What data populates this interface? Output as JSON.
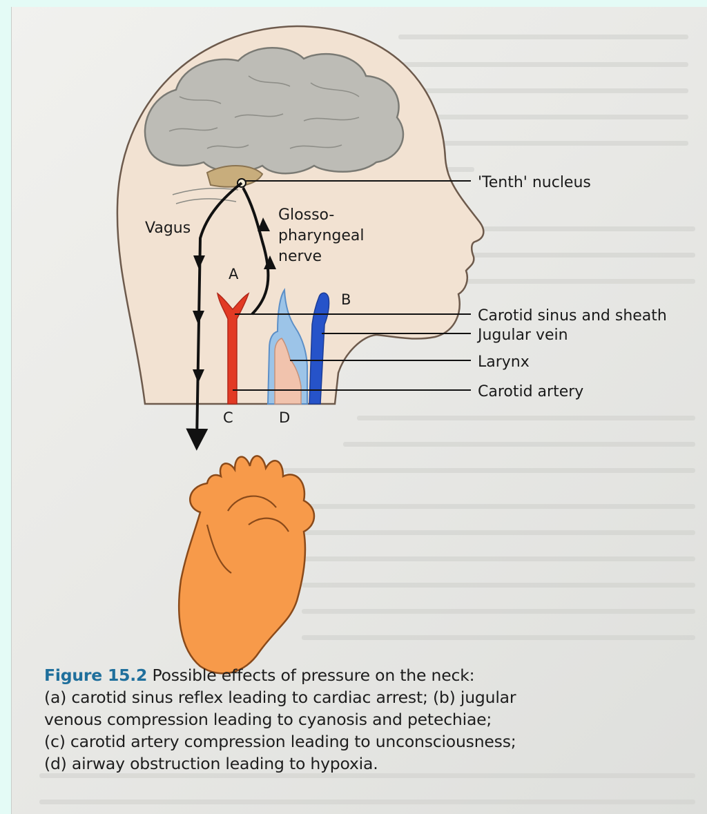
{
  "figure": {
    "labels": {
      "tenth_nucleus": "'Tenth' nucleus",
      "vagus": "Vagus",
      "glosso_1": "Glosso-",
      "glosso_2": "pharyngeal",
      "glosso_3": "nerve",
      "carotid_sinus": "Carotid sinus and sheath",
      "jugular_vein": "Jugular vein",
      "larynx": "Larynx",
      "carotid_artery": "Carotid artery",
      "letter_a": "A",
      "letter_b": "B",
      "letter_c": "C",
      "letter_d": "D"
    },
    "colors": {
      "artery": "#e23a24",
      "vein": "#2653c9",
      "airway_outline": "#7fb0df",
      "larynx_fill": "#f1c3ad",
      "heart": "#f79a4a",
      "brain": "#bdbcb6",
      "head": "#f2e2d2",
      "caption_accent": "#1f6f9c"
    }
  },
  "caption": {
    "figure_label": "Figure 15.2",
    "line1": "Possible effects of pressure on the neck:",
    "line2": "(a) carotid sinus reflex leading to cardiac arrest; (b) jugular",
    "line3": "venous compression leading to cyanosis and petechiae;",
    "line4": "(c) carotid artery compression leading to unconsciousness;",
    "line5": "(d) airway obstruction leading to hypoxia."
  }
}
